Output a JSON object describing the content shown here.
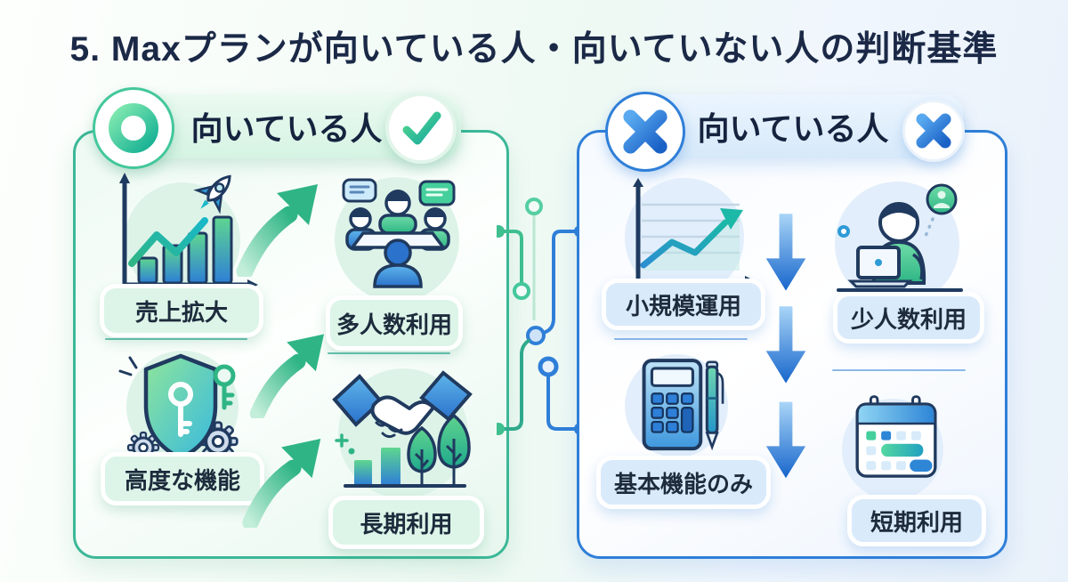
{
  "title": "5. Maxプランが向いている人・向いていない人の判断基準",
  "colors": {
    "accent_green": "#2fb585",
    "accent_blue": "#2f7fd8",
    "title_color": "#1b2947"
  },
  "left_panel": {
    "header": "向いている人",
    "badge_primary_icon": "circle-ok-icon",
    "badge_secondary_icon": "check-icon",
    "items": [
      {
        "label": "売上拡大",
        "icon": "growth-chart-rocket-icon"
      },
      {
        "label": "多人数利用",
        "icon": "team-meeting-icon"
      },
      {
        "label": "高度な機能",
        "icon": "shield-key-gears-icon"
      },
      {
        "label": "長期利用",
        "icon": "handshake-growth-icon"
      }
    ]
  },
  "right_panel": {
    "header": "向いている人",
    "badge_primary_icon": "cross-icon",
    "badge_secondary_icon": "cross-icon",
    "items": [
      {
        "label": "小規模運用",
        "icon": "line-chart-icon"
      },
      {
        "label": "少人数利用",
        "icon": "person-laptop-icon"
      },
      {
        "label": "基本機能のみ",
        "icon": "calculator-pen-icon"
      },
      {
        "label": "短期利用",
        "icon": "calendar-icon"
      }
    ]
  }
}
